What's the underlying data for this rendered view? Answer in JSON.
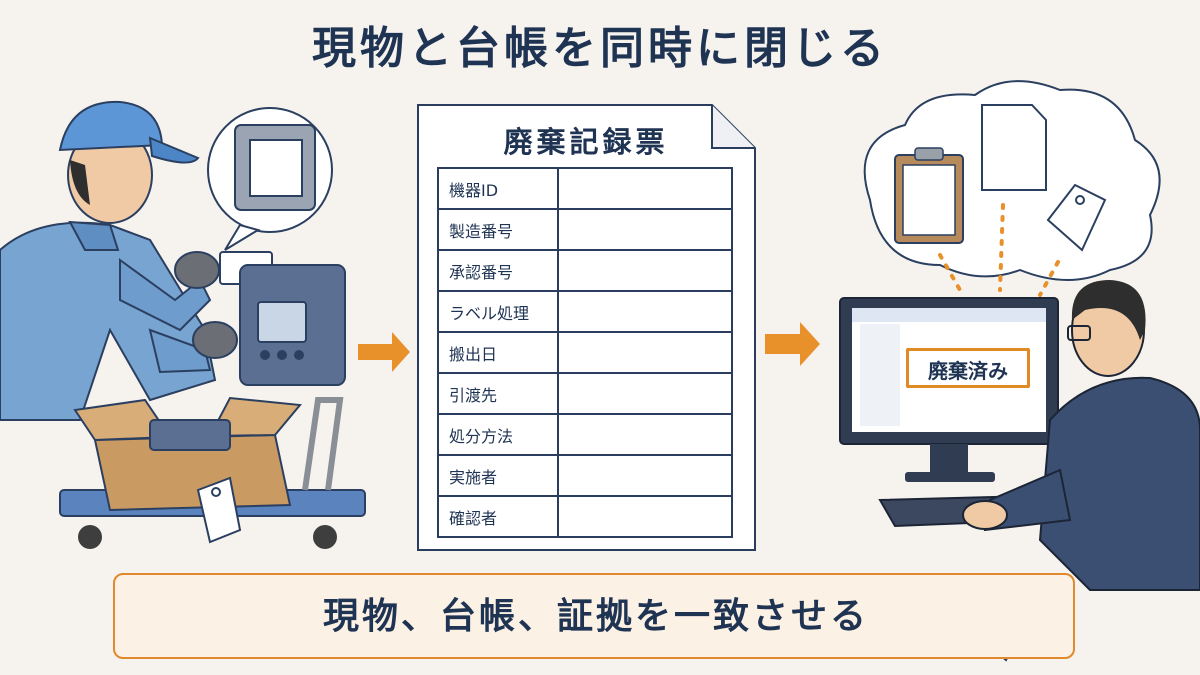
{
  "title": "現物と台帳を同時に閉じる",
  "record_form": {
    "title": "廃棄記録票",
    "rows": [
      "機器ID",
      "製造番号",
      "承認番号",
      "ラベル処理",
      "搬出日",
      "引渡先",
      "処分方法",
      "実施者",
      "確認者"
    ]
  },
  "monitor": {
    "status_label": "廃棄済み"
  },
  "banner": {
    "text": "現物、台帳、証拠を一致させる"
  },
  "colors": {
    "navy": "#1f3353",
    "accent_orange": "#e8902a",
    "uniform_blue": "#6e9ccc",
    "background": "#f6f3ee"
  }
}
